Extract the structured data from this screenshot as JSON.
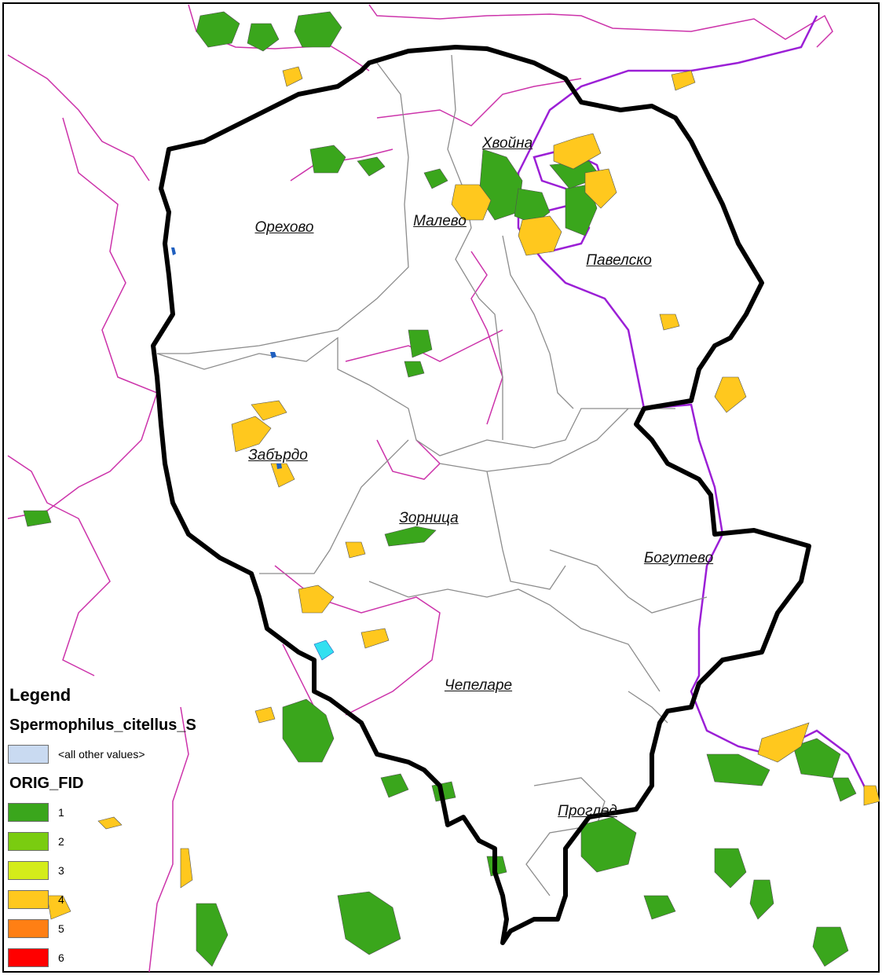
{
  "map": {
    "place_labels": [
      {
        "id": "orehovo",
        "text": "Орехово"
      },
      {
        "id": "malevo",
        "text": "Малево"
      },
      {
        "id": "hvoyna",
        "text": "Хвойна"
      },
      {
        "id": "pavelsko",
        "text": "Павелско"
      },
      {
        "id": "zabardo",
        "text": "Забърдо"
      },
      {
        "id": "zornitsa",
        "text": "Зорница"
      },
      {
        "id": "bogutevo",
        "text": "Богутево"
      },
      {
        "id": "chepelare",
        "text": "Чепеларе"
      },
      {
        "id": "progled",
        "text": "Проглед"
      }
    ],
    "colors": {
      "study_boundary": "#000000",
      "village_boundary": "#8c8c8c",
      "municipal_boundary": "#cc33aa",
      "protected_area_boundary": "#9b1fd6",
      "water": "#1f5fbf",
      "reservoir": "#33e0f0"
    }
  },
  "legend": {
    "title": "Legend",
    "layer_name": "Spermophilus_citellus_S",
    "other_values": {
      "label": "<all other values>",
      "color": "#c9daf1"
    },
    "field_name": "ORIG_FID",
    "classes": [
      {
        "label": "1",
        "color": "#3aa61c"
      },
      {
        "label": "2",
        "color": "#7acc10"
      },
      {
        "label": "3",
        "color": "#d4ec1a"
      },
      {
        "label": "4",
        "color": "#ffc81e"
      },
      {
        "label": "5",
        "color": "#ff7f14"
      },
      {
        "label": "6",
        "color": "#ff0000"
      }
    ]
  }
}
